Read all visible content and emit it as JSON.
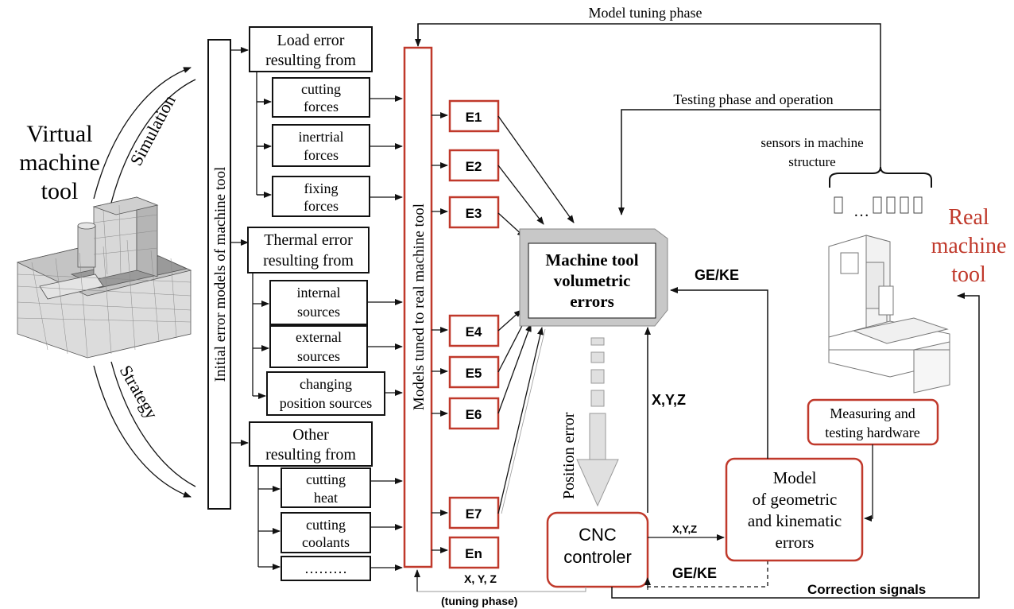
{
  "colors": {
    "accent": "#c0392b",
    "line": "#111111",
    "box_gray": "#c8c8c8"
  },
  "virtual_tool": {
    "line1": "Virtual",
    "line2": "machine",
    "line3": "tool",
    "image_icon": "machine-tool-mesh-icon"
  },
  "arcs": {
    "top": "Simulation",
    "bottom": "Strategy"
  },
  "initial_models": {
    "label": "Initial error models of machine tool"
  },
  "tuned_models": {
    "label": "Models tuned to real machine tool"
  },
  "load": {
    "header_l1": "Load error",
    "header_l2": "resulting from",
    "items": [
      {
        "l1": "cutting",
        "l2": "forces"
      },
      {
        "l1": "inertrial",
        "l2": "forces"
      },
      {
        "l1": "fixing",
        "l2": "forces"
      }
    ]
  },
  "thermal": {
    "header_l1": "Thermal error",
    "header_l2": "resulting from",
    "items": [
      {
        "l1": "internal",
        "l2": "sources"
      },
      {
        "l1": "external",
        "l2": "sources"
      },
      {
        "l1": "changing",
        "l2": "position sources"
      }
    ]
  },
  "other": {
    "header_l1": "Other",
    "header_l2": "resulting from",
    "items": [
      {
        "l1": "cutting",
        "l2": "heat"
      },
      {
        "l1": "cutting",
        "l2": "coolants"
      },
      {
        "l1": "………",
        "l2": ""
      }
    ]
  },
  "errors": [
    "E1",
    "E2",
    "E3",
    "E4",
    "E5",
    "E6",
    "E7",
    "En"
  ],
  "volumetric": {
    "l1": "Machine tool",
    "l2": "volumetric",
    "l3": "errors"
  },
  "labels": {
    "model_tuning": "Model tuning phase",
    "testing_phase": "Testing phase and operation",
    "sensors_l1": "sensors in machine",
    "sensors_l2": "structure",
    "sensor_dots": "…",
    "gekе_top": "GE/KE",
    "position_error": "Position error",
    "xyz_big": "X,Y,Z",
    "xyz_small": "X,Y,Z",
    "xyz_tuning": "X, Y, Z",
    "tuning_phase": "(tuning phase)",
    "geke_bottom": "GE/KE",
    "correction": "Correction signals"
  },
  "cnc": {
    "l1": "CNC",
    "l2": "controler"
  },
  "model_geo": {
    "l1": "Model",
    "l2": "of geometric",
    "l3": "and kinematic",
    "l4": "errors"
  },
  "measuring": {
    "l1": "Measuring and",
    "l2": "testing hardware"
  },
  "real_tool": {
    "l1": "Real",
    "l2": "machine",
    "l3": "tool",
    "image_icon": "real-machine-tool-icon"
  }
}
